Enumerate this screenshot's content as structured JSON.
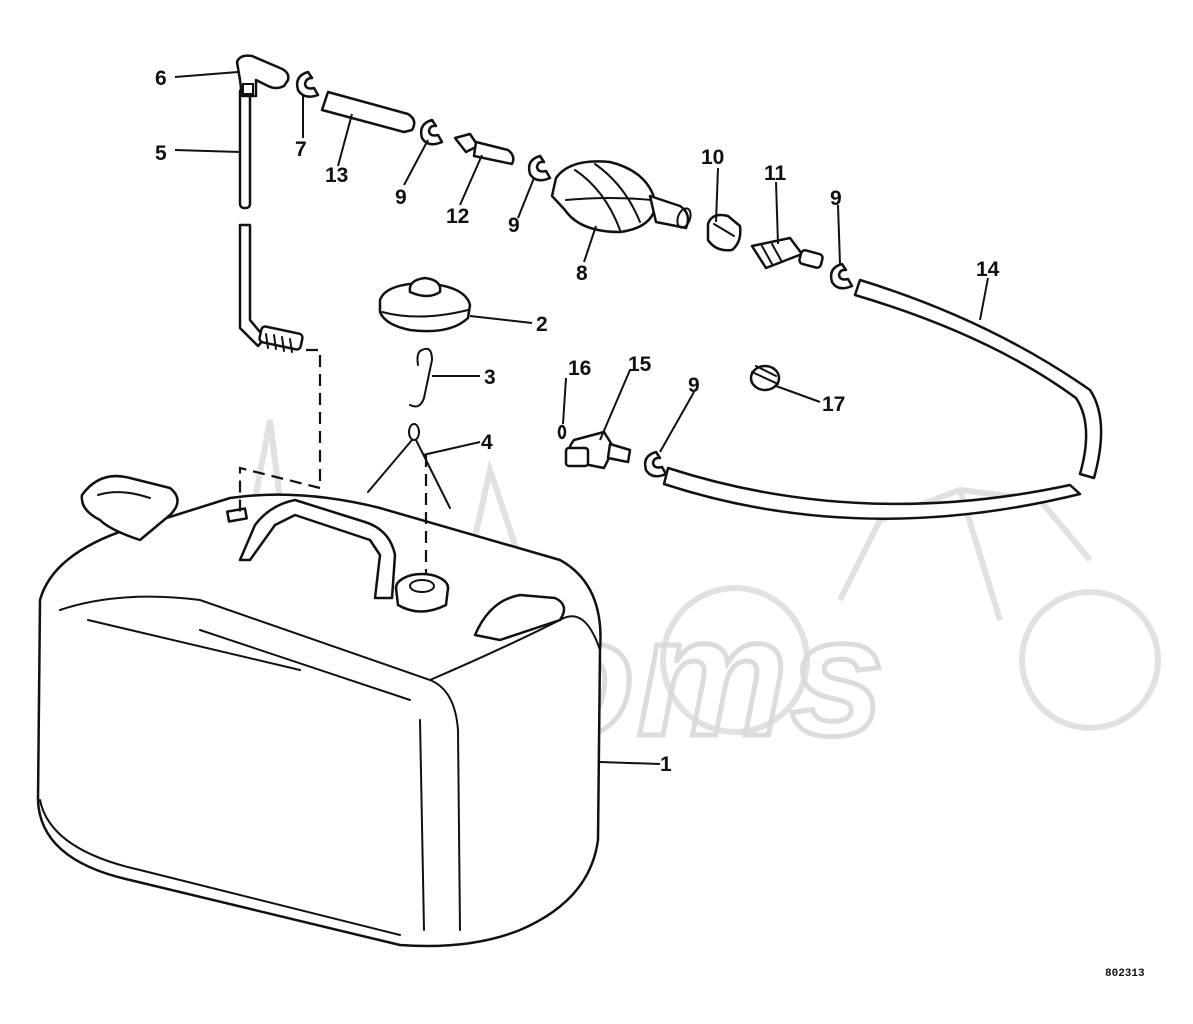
{
  "diagram": {
    "callouts": {
      "p1": "1",
      "p2": "2",
      "p3": "3",
      "p4": "4",
      "p5": "5",
      "p6": "6",
      "p7": "7",
      "p8": "8",
      "p9a": "9",
      "p9b": "9",
      "p9c": "9",
      "p9d": "9",
      "p10": "10",
      "p11": "11",
      "p12": "12",
      "p13": "13",
      "p14": "14",
      "p15": "15",
      "p16": "16",
      "p17": "17"
    },
    "reference_code": "802313",
    "watermark_text": "AcHAoms"
  }
}
